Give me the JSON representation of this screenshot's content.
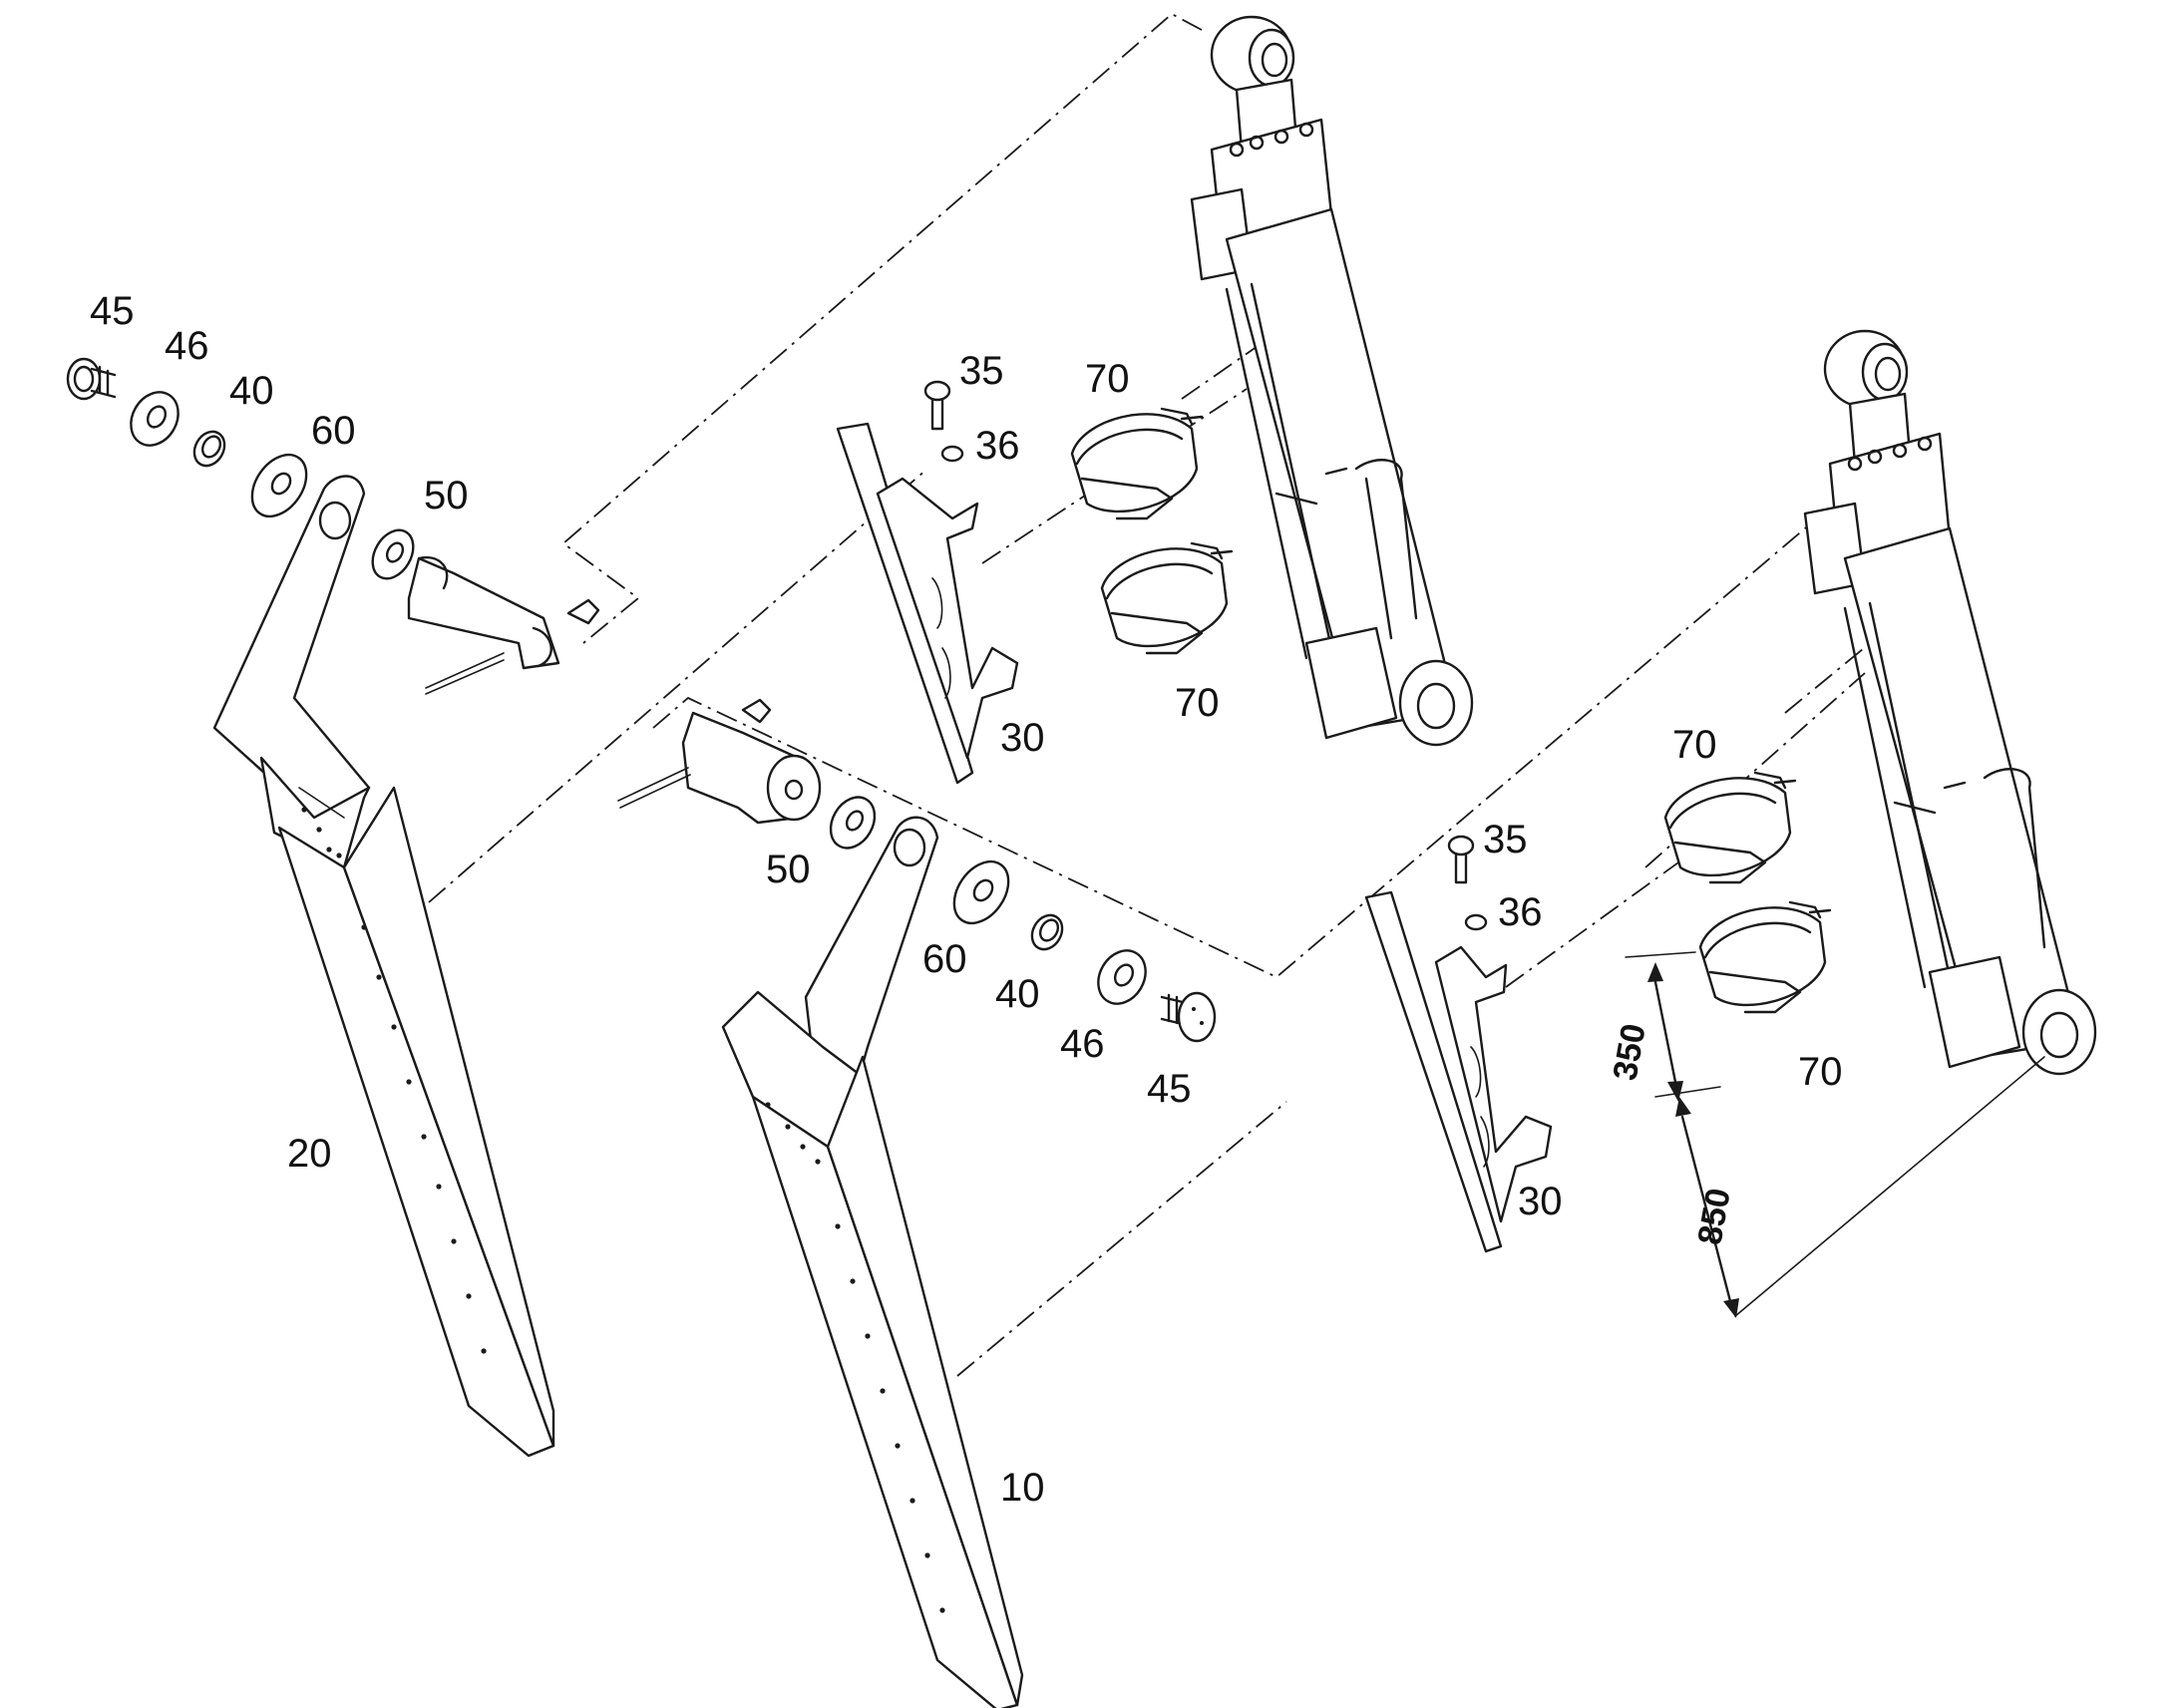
{
  "labels": {
    "l45a": "45",
    "l46a": "46",
    "l40a": "40",
    "l60a": "60",
    "l50a": "50",
    "l35a": "35",
    "l36a": "36",
    "l70a": "70",
    "l70b": "70",
    "l30a": "30",
    "l20": "20",
    "l50b": "50",
    "l60b": "60",
    "l40b": "40",
    "l46b": "46",
    "l45b": "45",
    "l10": "10",
    "l35b": "35",
    "l36b": "36",
    "l70c": "70",
    "l70d": "70",
    "l30b": "30"
  },
  "dimensions": {
    "d350": "350",
    "d850": "850"
  }
}
